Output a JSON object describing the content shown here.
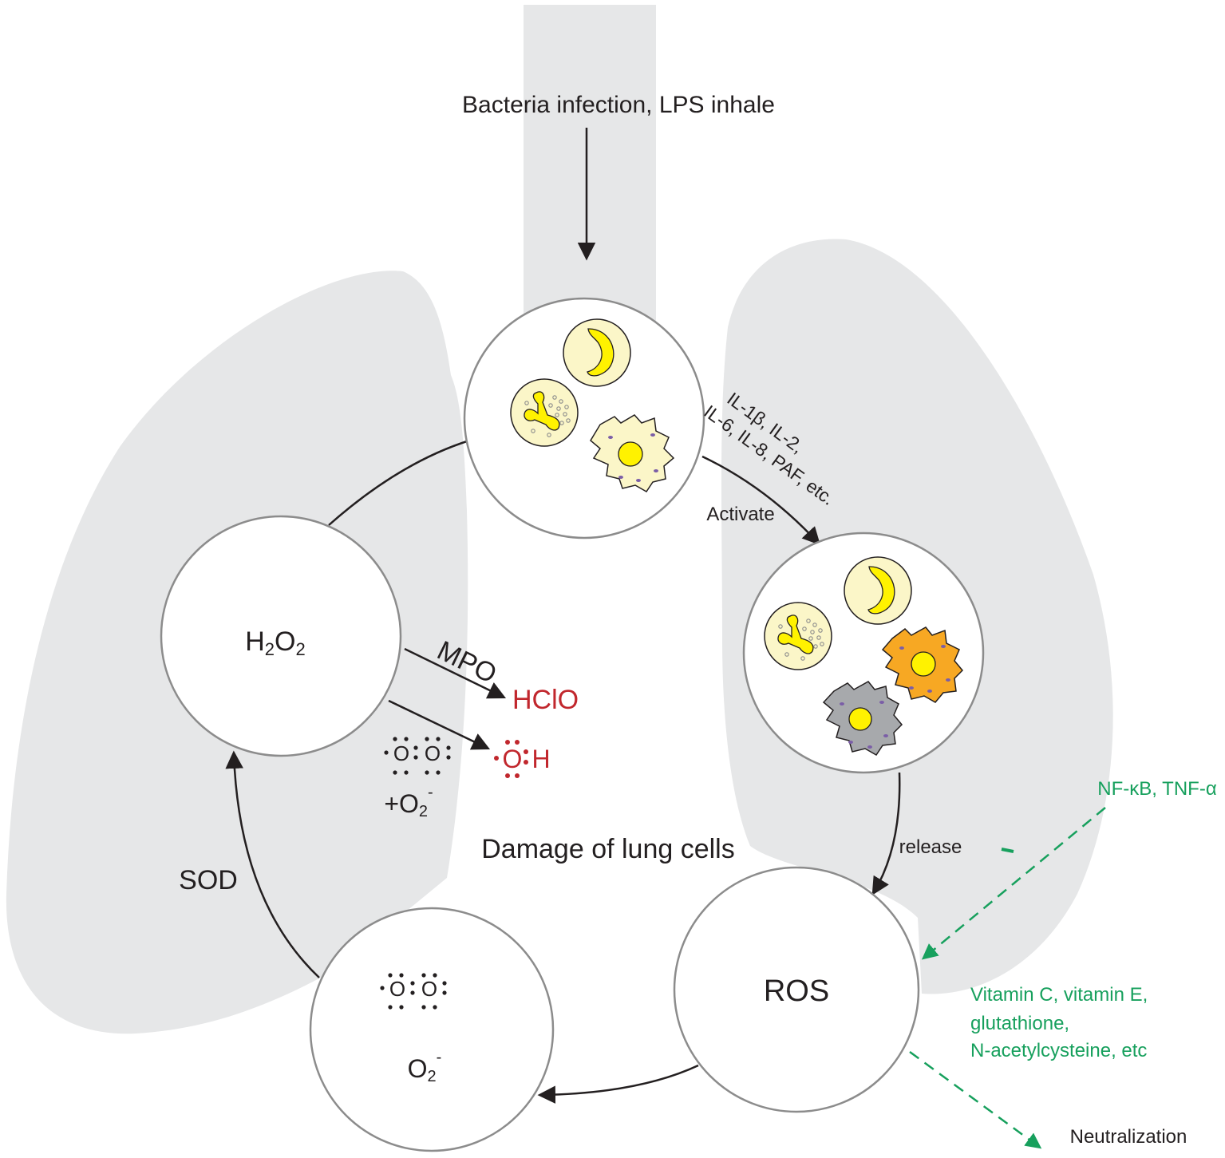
{
  "trigger": {
    "label": "Bacteria infection, LPS inhale"
  },
  "mediators": {
    "line1": "IL-1β, IL-2,",
    "line2": "IL-6, IL-8, PAF, etc."
  },
  "edges": {
    "activate": "Activate",
    "release": "release",
    "sod": "SOD",
    "mpo": "MPO"
  },
  "nodes": {
    "h2o2": {
      "main": "H",
      "sub1": "2",
      "mid": "O",
      "sub2": "2"
    },
    "ros": {
      "label": "ROS"
    },
    "superoxide": {
      "main": "O",
      "sub": "2",
      "sup": "-"
    }
  },
  "products": {
    "hclo": "HClO",
    "hydroxyl": {
      "o": "O",
      "h": "H"
    },
    "superoxide_added": {
      "plus": "+O",
      "sub": "2",
      "sup": "-"
    }
  },
  "center_caption": "Damage of lung cells",
  "pathway": {
    "upregulators": "NF-κB, TNF-α",
    "antioxidants": [
      "Vitamin C, vitamin E,",
      "glutathione,",
      "N-acetylcysteine, etc"
    ],
    "outcome": "Neutralization"
  },
  "colors": {
    "lung": "#e6e7e8",
    "circle_stroke": "#8c8c8c",
    "arrow": "#231f20",
    "red": "#c1272d",
    "green": "#17a05d",
    "cell_pale": "#fbf6c8",
    "nucleus": "#fff200",
    "cell_orange": "#f7a823",
    "cell_gray": "#a7a9ac",
    "granule_purple": "#7b5ea7"
  }
}
